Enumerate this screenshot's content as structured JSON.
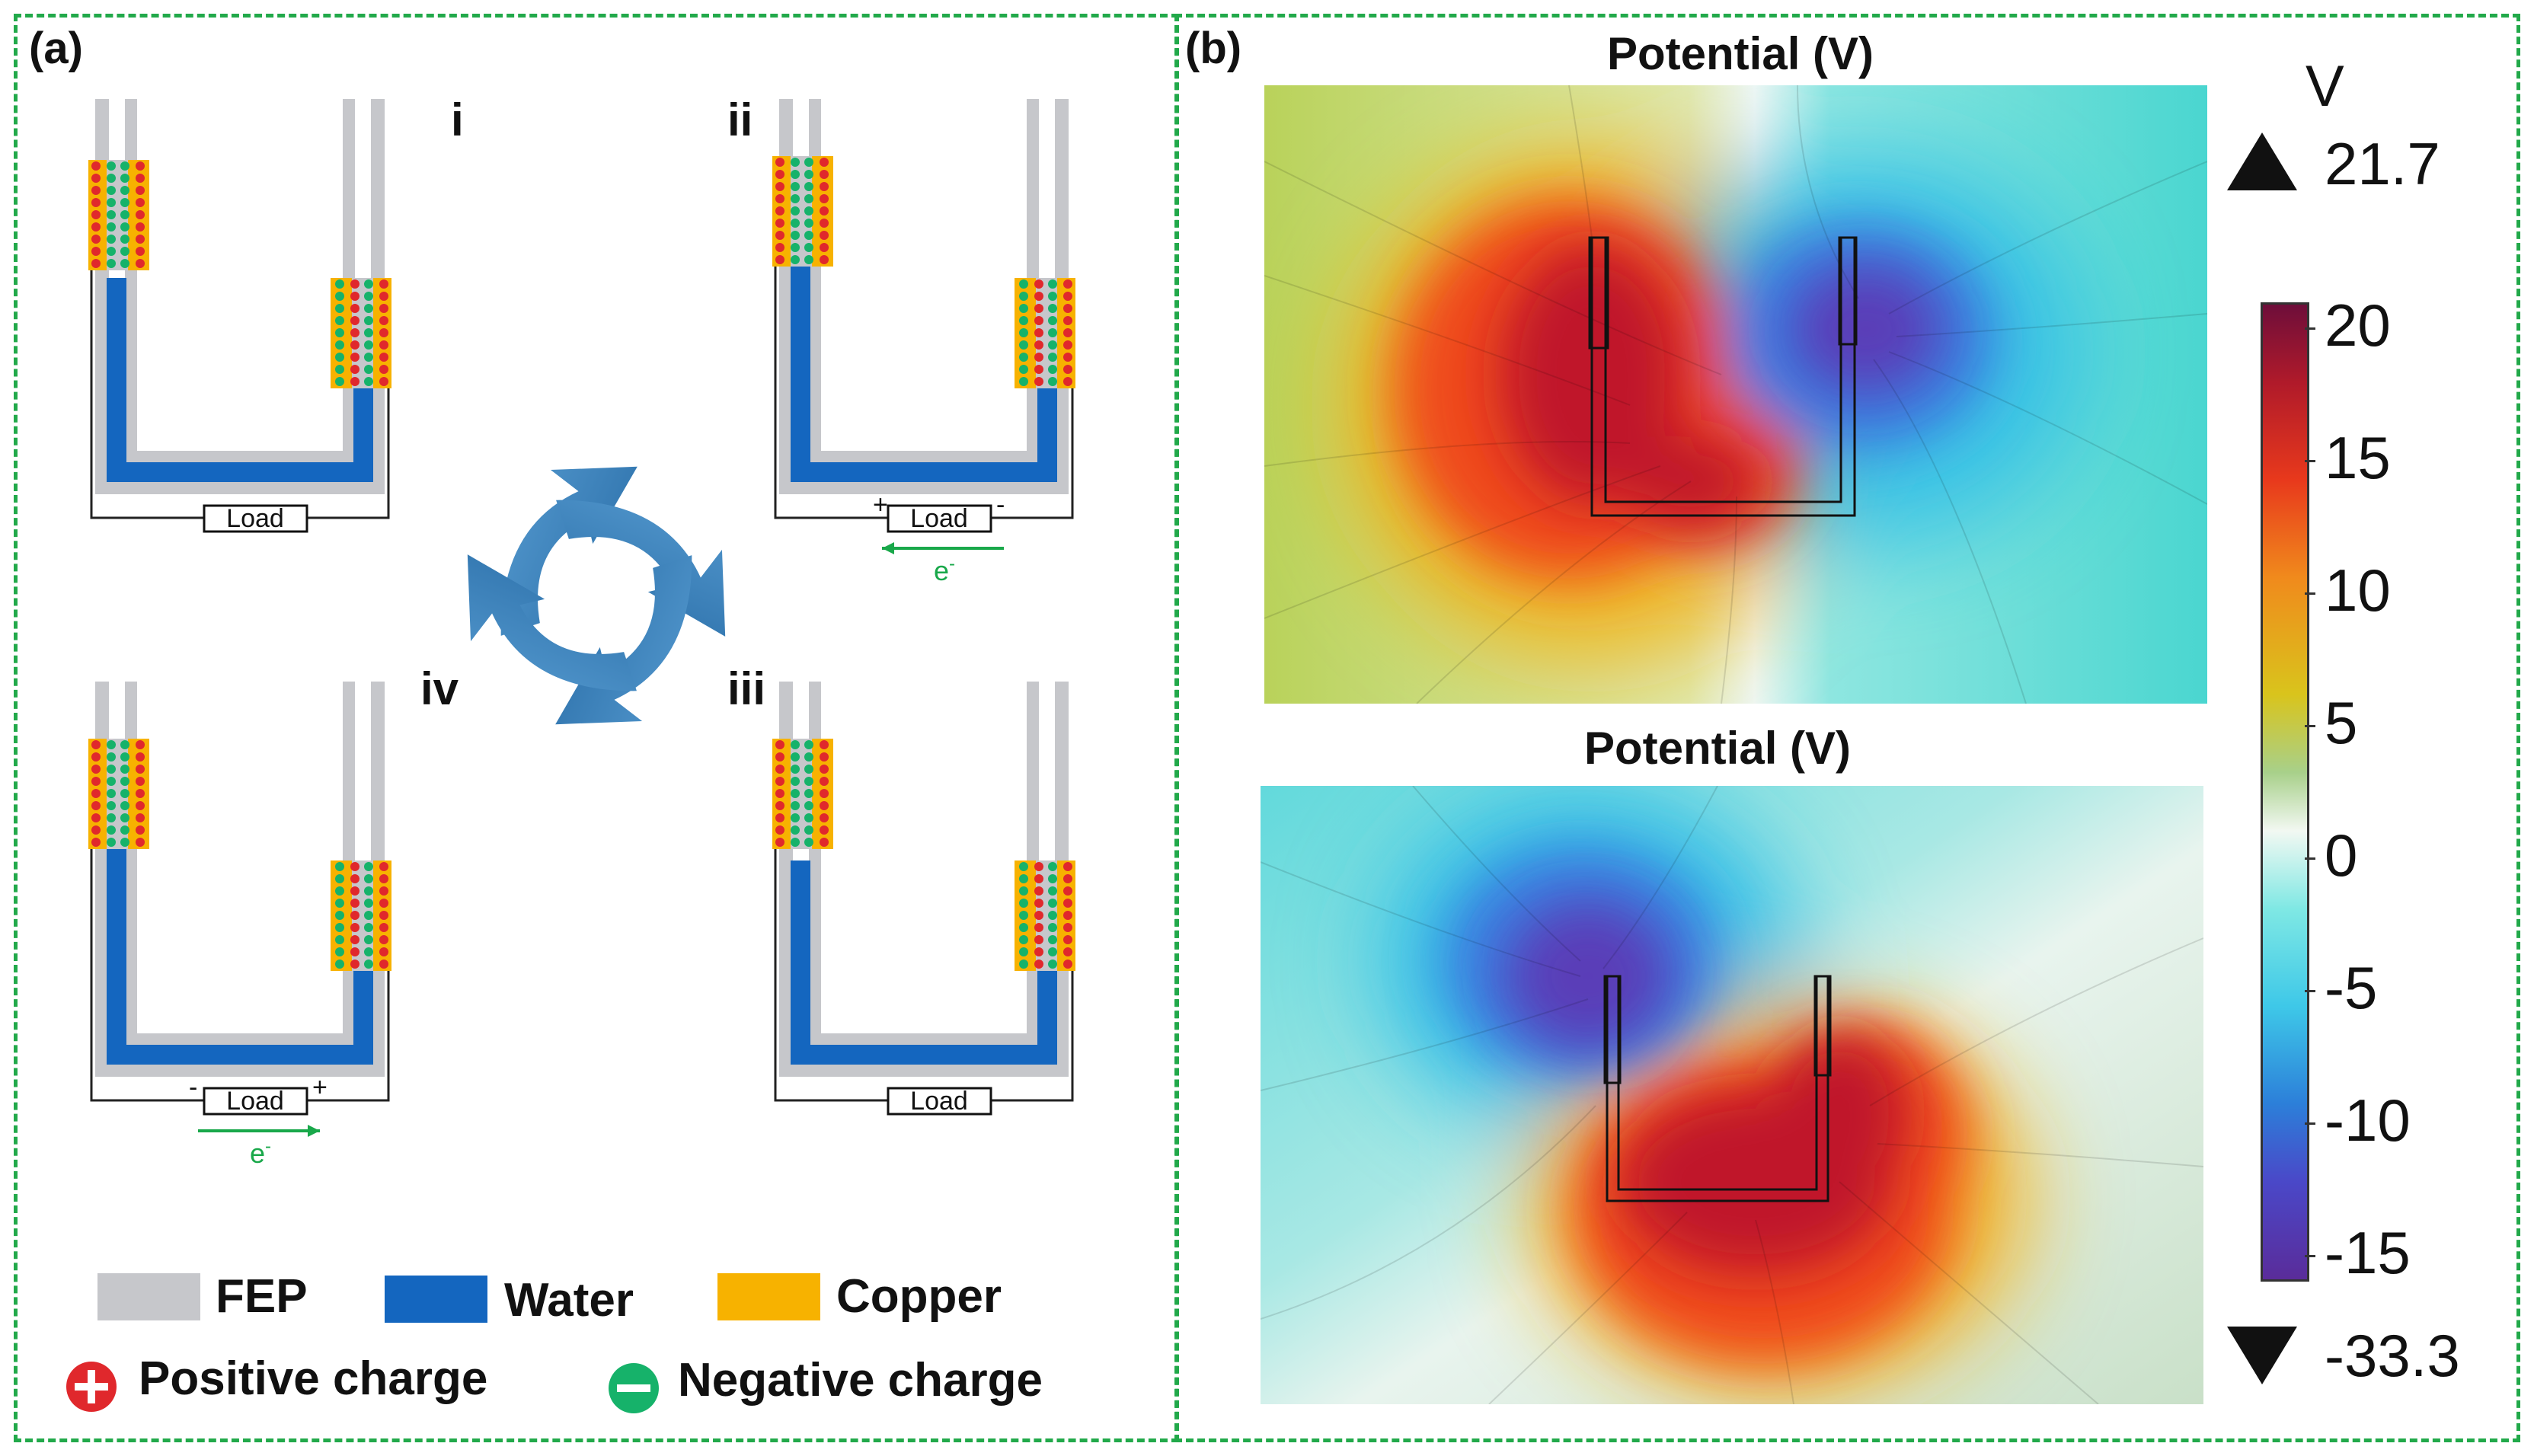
{
  "panel_a": {
    "label": "(a)",
    "stage_labels": {
      "i": "i",
      "ii": "ii",
      "iii": "iii",
      "iv": "iv"
    },
    "load_label": "Load",
    "electron_label": "e",
    "electron_superscript": "-",
    "plus_sign": "+",
    "minus_sign": "-",
    "colors": {
      "fep": "#c6c7cb",
      "water": "#1466bf",
      "copper": "#f7b200",
      "positive": "#e0282c",
      "negative": "#16b26a",
      "arrow_green": "#19a84a",
      "cycle_arrow": "#3a82bd"
    },
    "legend": {
      "fep": "FEP",
      "water": "Water",
      "copper": "Copper",
      "positive": "Positive charge",
      "negative": "Negative charge"
    }
  },
  "panel_b": {
    "label": "(b)",
    "top_title": "Potential (V)",
    "bottom_title": "Potential (V)",
    "colorbar": {
      "unit": "V",
      "max_marker": "21.7",
      "min_marker": "-33.3",
      "ticks": [
        "20",
        "15",
        "10",
        "5",
        "0",
        "-5",
        "-10",
        "-15"
      ],
      "max_symbol": "▲",
      "min_symbol": "▼"
    }
  }
}
